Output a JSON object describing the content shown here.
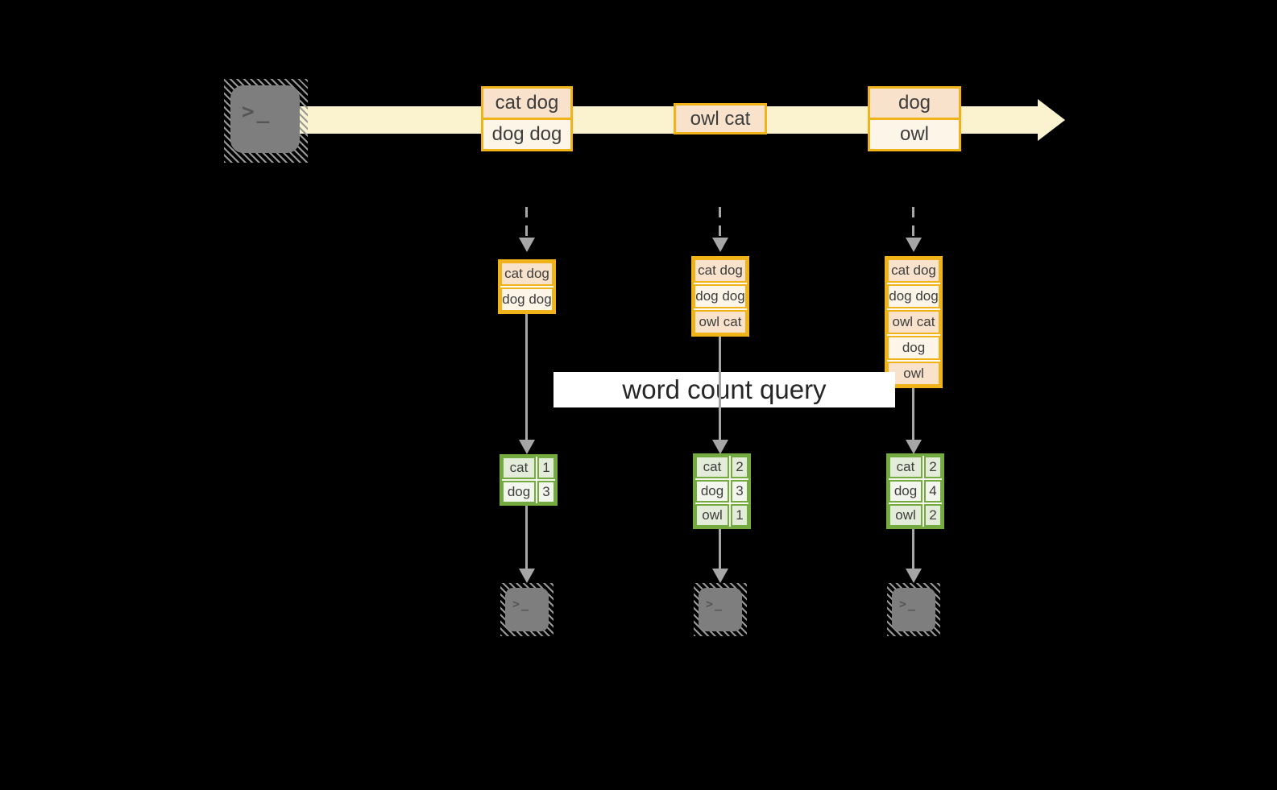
{
  "query_label": "word count query",
  "stream": {
    "events": [
      {
        "rows": [
          "cat dog",
          "dog dog"
        ]
      },
      {
        "rows": [
          "owl cat"
        ]
      },
      {
        "rows": [
          "dog",
          "owl"
        ]
      }
    ]
  },
  "columns": [
    {
      "buffer": [
        "cat dog",
        "dog dog"
      ],
      "counts": [
        {
          "word": "cat",
          "value": "1"
        },
        {
          "word": "dog",
          "value": "3"
        }
      ]
    },
    {
      "buffer": [
        "cat dog",
        "dog dog",
        "owl cat"
      ],
      "counts": [
        {
          "word": "cat",
          "value": "2"
        },
        {
          "word": "dog",
          "value": "3"
        },
        {
          "word": "owl",
          "value": "1"
        }
      ]
    },
    {
      "buffer": [
        "cat dog",
        "dog dog",
        "owl cat",
        "dog",
        "owl"
      ],
      "counts": [
        {
          "word": "cat",
          "value": "2"
        },
        {
          "word": "dog",
          "value": "4"
        },
        {
          "word": "owl",
          "value": "2"
        }
      ]
    }
  ],
  "icons": {
    "terminal_prompt": ">_"
  },
  "colors": {
    "background": "#000000",
    "stream_band": "#fbf2d0",
    "gold_border": "#f0b319",
    "cell_peach": "#f9e2cb",
    "cell_cream": "#fdf5e8",
    "green_border": "#74ab40",
    "cell_green_dark": "#e3ecd9",
    "cell_green_light": "#f2f6ed",
    "arrow_gray": "#a6a6a6",
    "terminal_gray": "#7e7e7e",
    "text_dark": "#3d3d3d"
  }
}
